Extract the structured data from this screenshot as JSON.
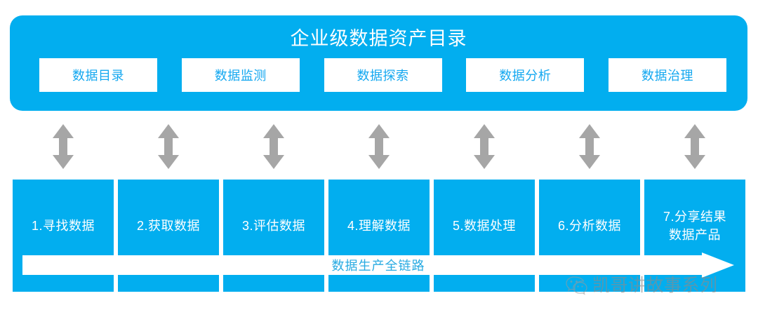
{
  "banner": {
    "title": "企业级数据资产目录",
    "bg_color": "#02AEEF",
    "title_color": "#FFFFFF",
    "tabs": [
      {
        "label": "数据目录"
      },
      {
        "label": "数据监测"
      },
      {
        "label": "数据探索"
      },
      {
        "label": "数据分析"
      },
      {
        "label": "数据治理"
      }
    ],
    "tab_bg_color": "#FFFFFF",
    "tab_text_color": "#14A8F0"
  },
  "connectors": {
    "icon": "double-headed-vertical-arrow-icon",
    "color": "#A6A6A6",
    "count": 7
  },
  "pipeline": {
    "box_color": "#02AEEF",
    "text_color": "#FFFFFF",
    "steps": [
      {
        "label": "1.寻找数据"
      },
      {
        "label": "2.获取数据"
      },
      {
        "label": "3.评估数据"
      },
      {
        "label": "4.理解数据"
      },
      {
        "label": "5.数据处理"
      },
      {
        "label": "6.分析数据"
      },
      {
        "label": "7.分享结果\n数据产品"
      }
    ],
    "chain_arrow": {
      "label": "数据生产全链路",
      "fill_color": "#FFFFFF",
      "label_color": "#29ABE2",
      "direction": "right"
    }
  },
  "watermark": {
    "icon": "wechat-icon",
    "text": "凯哥讲故事系列",
    "color": "#8C8C8C"
  }
}
